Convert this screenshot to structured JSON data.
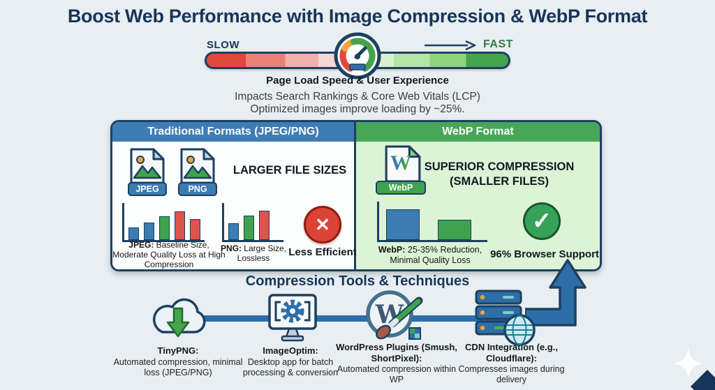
{
  "title": "Boost Web Performance with Image Compression & WebP Format",
  "gauge": {
    "slow_label": "SLOW",
    "fast_label": "FAST",
    "caption": "Page Load Speed & User Experience",
    "impact_line1": "Impacts Search Rankings & Core Web Vitals (LCP)",
    "impact_line2": "Optimized images improve loading by ~25%."
  },
  "panels": {
    "traditional": {
      "header": "Traditional Formats (JPEG/PNG)",
      "jpeg_badge": "JPEG",
      "png_badge": "PNG",
      "headline": "LARGER FILE SIZES",
      "jpeg_label": "JPEG:",
      "jpeg_desc": " Baseline Size, Moderate Quality Loss at High Compression",
      "png_label": "PNG:",
      "png_desc": " Large Size, Lossless",
      "x_icon": "✕",
      "verdict": "Less Efficient"
    },
    "webp": {
      "header": "WebP Format",
      "badge": "WebP",
      "logo_letter": "W",
      "headline_line1": "SUPERIOR COMPRESSION",
      "headline_line2": "(SMALLER FILES)",
      "chart_label": "WebP:",
      "chart_desc": " 25-35% Reduction, Minimal Quality Loss",
      "check_icon": "✓",
      "verdict": "96% Browser Support"
    }
  },
  "tools_section": {
    "heading": "Compression Tools & Techniques",
    "wp_logo_letter": "W",
    "tools": [
      {
        "icon": "cloud-download-icon",
        "name": "TinyPNG:",
        "desc": "Automated compression, minimal loss (JPEG/PNG)"
      },
      {
        "icon": "monitor-gear-icon",
        "name": "ImageOptim:",
        "desc": "Desktop app for batch processing & conversion"
      },
      {
        "icon": "wordpress-brush-icon",
        "name": "WordPress Plugins (Smush, ShortPixel):",
        "desc": "Automated compression within WP"
      },
      {
        "icon": "server-globe-icon",
        "name": "CDN Integration (e.g., Cloudflare):",
        "desc": "Compresses images during delivery"
      }
    ]
  },
  "colors": {
    "background": "#e8eef1",
    "navy": "#1d4060",
    "title_navy": "#17355a",
    "header_blue": "#3e7cb5",
    "header_green": "#47a757",
    "panel_green_bg": "#dcf3d6",
    "bar_blue": "#3c7bb3",
    "bar_green": "#3fa24f",
    "bar_red": "#e0534a",
    "x_red": "#dc4337",
    "check_green": "#36a257",
    "fast_green": "#2e7d43",
    "flow_blue": "#2d6ea8"
  },
  "chart_data": [
    {
      "type": "bar",
      "name": "jpeg-relative-file-size",
      "values": [
        34,
        48,
        64,
        78,
        56
      ],
      "colors": [
        "#3c7bb3",
        "#3c7bb3",
        "#3fa24f",
        "#e0534a",
        "#e0534a"
      ],
      "title": "JPEG: Baseline Size, Moderate Quality Loss at High Compression",
      "ylim": [
        0,
        100
      ]
    },
    {
      "type": "bar",
      "name": "png-relative-file-size",
      "values": [
        46,
        66,
        80
      ],
      "colors": [
        "#3c7bb3",
        "#3fa24f",
        "#e0534a"
      ],
      "title": "PNG: Large Size, Lossless",
      "ylim": [
        0,
        100
      ]
    },
    {
      "type": "bar",
      "name": "webp-size-reduction",
      "values": [
        80,
        52
      ],
      "colors": [
        "#3c7bb3",
        "#3fa24f"
      ],
      "title": "WebP: 25-35% Reduction, Minimal Quality Loss",
      "ylim": [
        0,
        100
      ]
    }
  ]
}
